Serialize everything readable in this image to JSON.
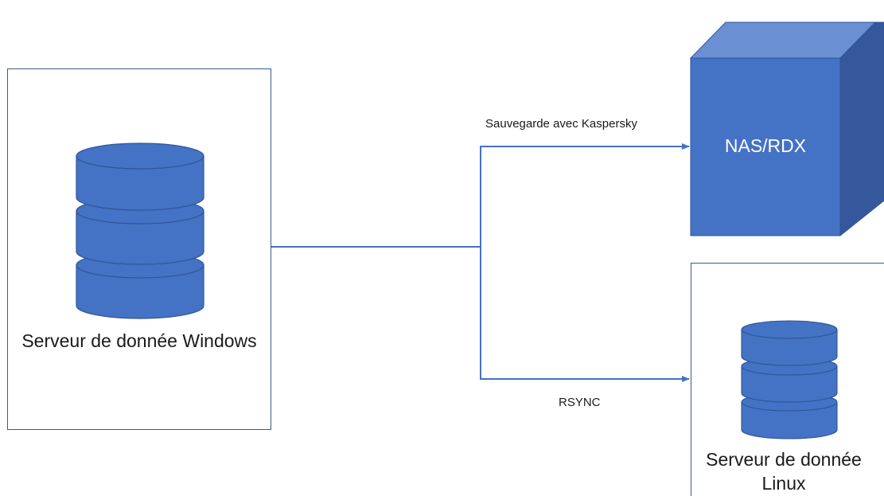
{
  "nodes": {
    "windows_server": {
      "label": "Serveur de donnée Windows",
      "icon": "database-icon"
    },
    "nas": {
      "label": "NAS/RDX",
      "icon": "cube-icon"
    },
    "linux_server": {
      "label": "Serveur de donnée Linux",
      "icon": "database-icon"
    }
  },
  "edges": {
    "to_nas": {
      "label": "Sauvegarde avec Kaspersky"
    },
    "to_linux": {
      "label": "RSYNC"
    }
  },
  "colors": {
    "accent": "#4472C4",
    "accent_dark": "#2F5597",
    "cube_top": "#6A8FD3",
    "cube_side": "#34589B",
    "box_border": "#3B5A8C"
  }
}
